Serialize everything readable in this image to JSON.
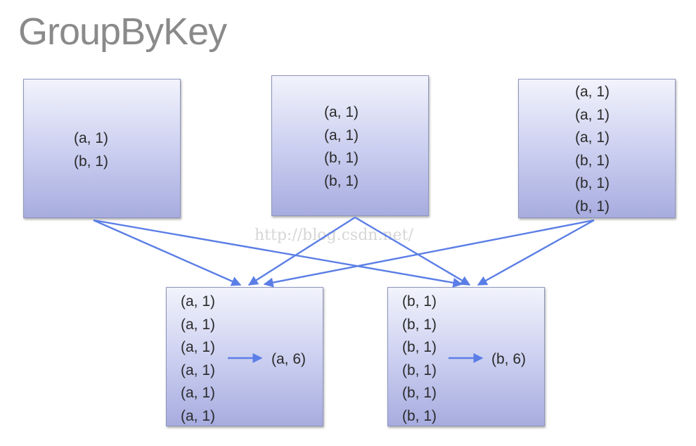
{
  "title": "GroupByKey",
  "watermark": "http://blog.csdn.net/",
  "accent_color": "#5b7ee6",
  "source_boxes": [
    {
      "pairs": [
        "(a, 1)",
        "(b, 1)"
      ]
    },
    {
      "pairs": [
        "(a, 1)",
        "(a, 1)",
        "(b, 1)",
        "(b, 1)"
      ]
    },
    {
      "pairs": [
        "(a, 1)",
        "(a, 1)",
        "(a, 1)",
        "(b, 1)",
        "(b, 1)",
        "(b, 1)"
      ]
    }
  ],
  "group_boxes": [
    {
      "pairs": [
        "(a, 1)",
        "(a, 1)",
        "(a, 1)",
        "(a, 1)",
        "(a, 1)",
        "(a, 1)"
      ],
      "result": "(a, 6)"
    },
    {
      "pairs": [
        "(b, 1)",
        "(b, 1)",
        "(b, 1)",
        "(b, 1)",
        "(b, 1)",
        "(b, 1)"
      ],
      "result": "(b, 6)"
    }
  ]
}
